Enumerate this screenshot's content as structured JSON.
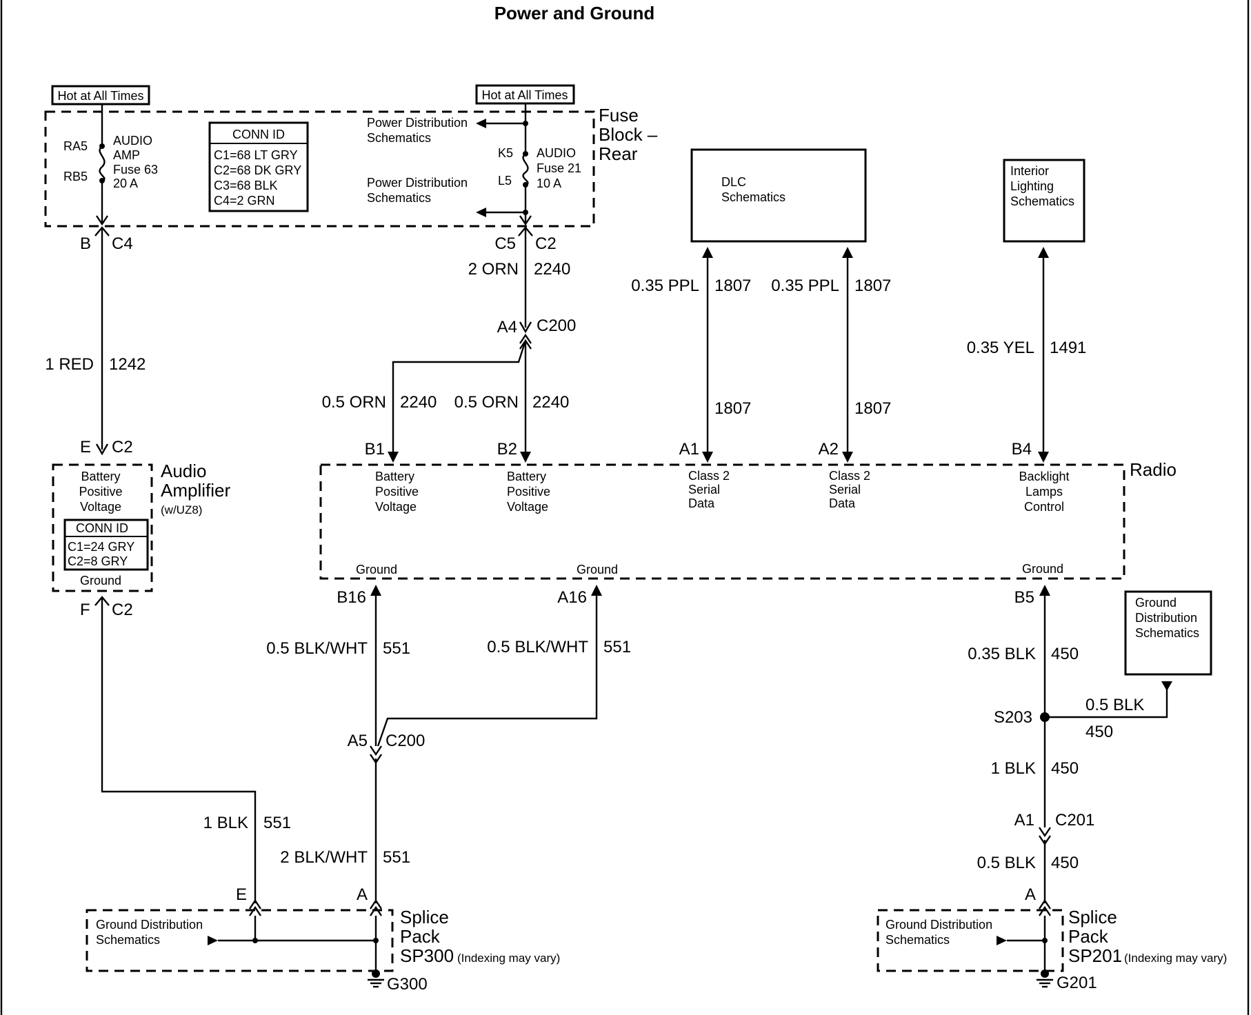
{
  "title": "Power and Ground",
  "hot_labels": [
    "Hot at All Times",
    "Hot at All Times"
  ],
  "fuse_block": {
    "name_lines": [
      "Fuse",
      "Block –",
      "Rear"
    ],
    "conn_id": {
      "title": "CONN ID",
      "lines": [
        "C1=68 LT GRY",
        "C2=68 DK GRY",
        "C3=68 BLK",
        "C4=2 GRN"
      ]
    },
    "fuse63": {
      "in_pin": "RA5",
      "out_pin": "RB5",
      "lines": [
        "AUDIO",
        "AMP",
        "Fuse 63",
        "20 A"
      ]
    },
    "fuse21": {
      "in_pin": "K5",
      "out_pin": "L5",
      "lines": [
        "AUDIO",
        "Fuse 21",
        "10 A"
      ]
    },
    "power_dist": [
      "Power Distribution",
      "Schematics"
    ]
  },
  "amp_feed": {
    "pin": "B",
    "conn": "C4",
    "wire": "1 RED",
    "circuit": "1242",
    "amp_pin": "E",
    "amp_conn": "C2"
  },
  "radio_feed": {
    "pin": "C5",
    "conn": "C2",
    "wire": "2 ORN",
    "circuit": "2240",
    "splice_pin": "A4",
    "splice_conn": "C200",
    "branch_wire": "0.5 ORN",
    "branch_circuit": "2240"
  },
  "dlc": {
    "lines": [
      "DLC",
      "Schematics"
    ],
    "wire": "0.35 PPL",
    "circuit": "1807"
  },
  "interior": {
    "lines": [
      "Interior",
      "Lighting",
      "Schematics"
    ],
    "wire": "0.35 YEL",
    "circuit": "1491"
  },
  "amplifier": {
    "name_lines": [
      "Audio",
      "Amplifier"
    ],
    "option": "(w/UZ8)",
    "input_lines": [
      "Battery",
      "Positive",
      "Voltage"
    ],
    "conn_id": {
      "title": "CONN ID",
      "lines": [
        "C1=24 GRY",
        "C2=8 GRY"
      ]
    },
    "ground_label": "Ground",
    "out_pin": "F",
    "out_conn": "C2"
  },
  "radio": {
    "name": "Radio",
    "inputs": [
      {
        "pin": "B1",
        "lines": [
          "Battery",
          "Positive",
          "Voltage"
        ]
      },
      {
        "pin": "B2",
        "lines": [
          "Battery",
          "Positive",
          "Voltage"
        ]
      },
      {
        "pin": "A1",
        "lines": [
          "Class 2",
          "Serial",
          "Data"
        ]
      },
      {
        "pin": "A2",
        "lines": [
          "Class 2",
          "Serial",
          "Data"
        ]
      },
      {
        "pin": "B4",
        "lines": [
          "Backlight",
          "Lamps",
          "Control"
        ]
      }
    ],
    "grounds": [
      {
        "label": "Ground",
        "pin": "B16"
      },
      {
        "label": "Ground",
        "pin": "A16"
      },
      {
        "label": "Ground",
        "pin": "B5"
      }
    ]
  },
  "ground_left": {
    "wire": "0.5 BLK/WHT",
    "circuit": "551",
    "splice_pin": "A5",
    "splice_conn": "C200",
    "amp_wire": "1 BLK",
    "amp_circuit": "551",
    "main_wire": "2 BLK/WHT",
    "main_circuit": "551",
    "pin_e": "E",
    "pin_a": "A",
    "pack_lines": [
      "Splice",
      "Pack",
      "SP300"
    ],
    "indexing": "(Indexing may vary)",
    "ground_dist": [
      "Ground Distribution",
      "Schematics"
    ],
    "ground": "G300"
  },
  "ground_right": {
    "wire1": "0.35 BLK",
    "circuit1": "450",
    "splice": "S203",
    "branch_wire": "0.5 BLK",
    "branch_circuit": "450",
    "gds_lines": [
      "Ground",
      "Distribution",
      "Schematics"
    ],
    "wire2": "1 BLK",
    "circuit2": "450",
    "pin": "A1",
    "conn": "C201",
    "wire3": "0.5 BLK",
    "circuit3": "450",
    "pin_a": "A",
    "pack_lines": [
      "Splice",
      "Pack",
      "SP201"
    ],
    "indexing": "(Indexing may vary)",
    "ground_dist": [
      "Ground Distribution",
      "Schematics"
    ],
    "ground": "G201"
  }
}
